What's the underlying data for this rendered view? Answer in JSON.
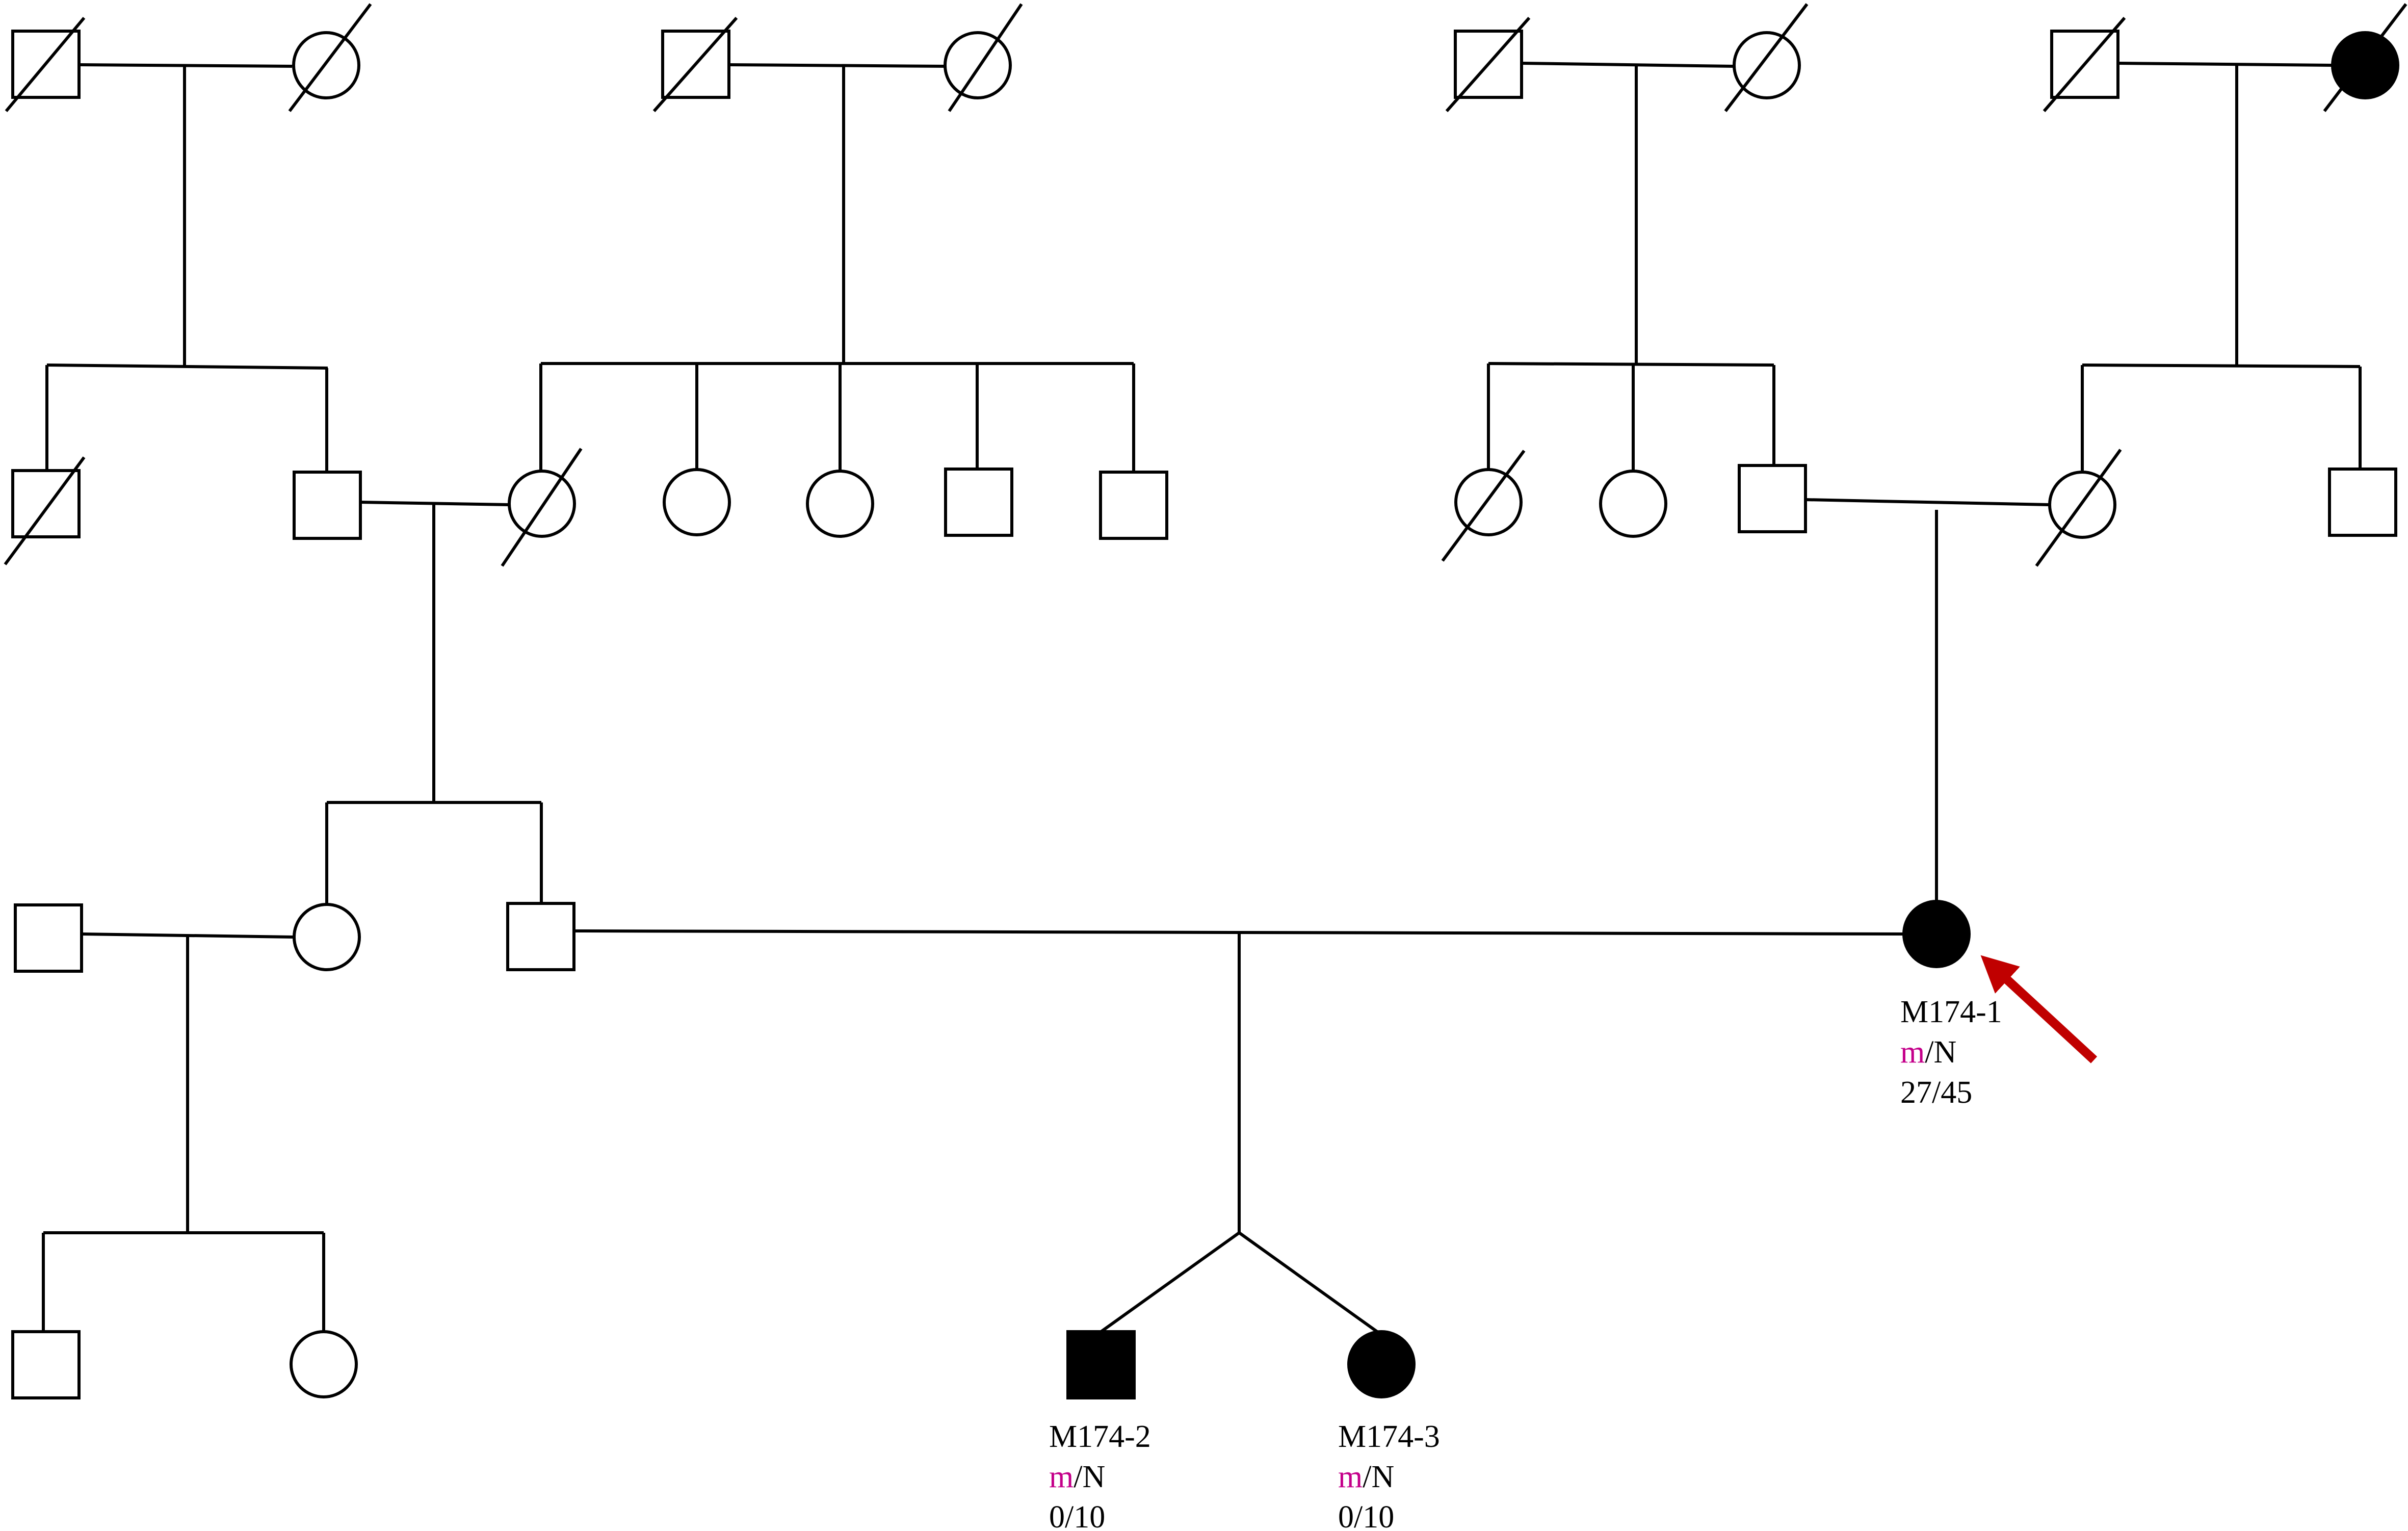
{
  "colors": {
    "line": "#000000",
    "affected_fill": "#000000",
    "unaffected_fill": "#ffffff",
    "mutant_allele": "#c4008a",
    "proband_arrow": "#c00000"
  },
  "legend_symbols": {
    "square": "male",
    "circle": "female",
    "filled": "affected",
    "slash": "deceased",
    "arrow": "proband"
  },
  "individuals": [
    {
      "id": "M174-1",
      "sex": "female",
      "affected": true,
      "proband": true,
      "genotype": {
        "mutant": "m",
        "separator": "/",
        "normal": "N"
      },
      "ratio": "27/45"
    },
    {
      "id": "M174-2",
      "sex": "male",
      "affected": true,
      "proband": false,
      "genotype": {
        "mutant": "m",
        "separator": "/",
        "normal": "N"
      },
      "ratio": "0/10"
    },
    {
      "id": "M174-3",
      "sex": "female",
      "affected": true,
      "proband": false,
      "genotype": {
        "mutant": "m",
        "separator": "/",
        "normal": "N"
      },
      "ratio": "0/10"
    }
  ]
}
